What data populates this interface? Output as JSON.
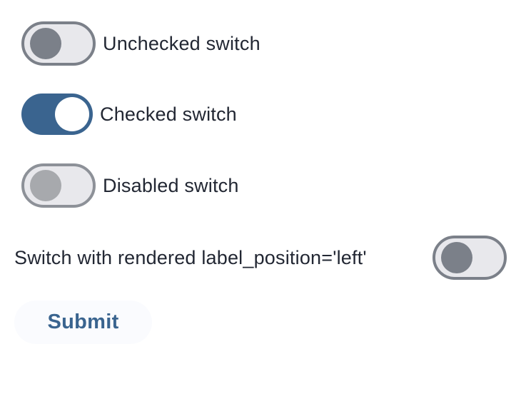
{
  "page": {
    "background": "#ffffff"
  },
  "colors": {
    "track_unchecked_fill": "#e8e8ec",
    "track_unchecked_border": "#7b8089",
    "knob_unchecked": "#7b8089",
    "track_checked_fill": "#3a648f",
    "knob_checked": "#ffffff",
    "track_disabled_fill": "#e8e8ec",
    "track_disabled_border": "#8d9198",
    "knob_disabled": "#a7a9ad",
    "label_text": "#222733",
    "submit_background": "#fafbfe",
    "submit_text": "#3a648f"
  },
  "switches": [
    {
      "label": "Unchecked switch",
      "state": "unchecked",
      "label_position": "right"
    },
    {
      "label": "Checked switch",
      "state": "checked",
      "label_position": "right"
    },
    {
      "label": "Disabled switch",
      "state": "disabled",
      "label_position": "right"
    },
    {
      "label": "Switch with rendered label_position='left'",
      "state": "unchecked",
      "label_position": "left"
    }
  ],
  "submit_button": {
    "label": "Submit"
  }
}
